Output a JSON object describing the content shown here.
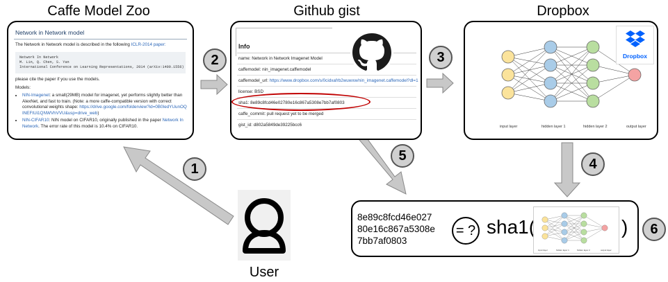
{
  "titles": {
    "caffe": "Caffe Model Zoo",
    "gist": "Github gist",
    "dropbox": "Dropbox",
    "user": "User"
  },
  "steps": [
    "1",
    "2",
    "3",
    "4",
    "5",
    "6"
  ],
  "caffe": {
    "heading": "Network in Network model",
    "intro_text": "The Network in Network model is described in the following",
    "intro_link": "ICLR-2014 paper:",
    "citation": "Network In Network\nM. Lin, Q. Chen, S. Yan\nInternational Conference on Learning Representations, 2014 (arXiv:1409.1556)",
    "cite_note": "please cite the paper if you use the models.",
    "models_label": "Models:",
    "item1_link": "NIN-Imagenet",
    "item1_text": ": a small(29MB) model for imagenet, yet performs slightly better than AlexNet, and fast to train. (Note: a more caffe-compatible version with correct convolutional weights shape: ",
    "item1_url": "https://drive.google.com/folderview?id=0B0IedYUunOQINEFtUi1QNWVhVVU&usp=drive_web",
    "item1_end": ")",
    "item2_link": "NIN-CIFAR10",
    "item2_text": ": NIN model on CIFAR10, originally published in the paper ",
    "item2_link2": "Network In Network",
    "item2_end": ". The error rate of this model is 10.4% on CIFAR10."
  },
  "gist": {
    "heading": "Info",
    "rows": [
      "name: Network in Network Imagenet Model",
      "caffemodel: nin_imagenet.caffemodel"
    ],
    "url_label": "caffemodel_url: ",
    "url_value": "https://www.dropbox.com/s/0cidxafrb2wuwxw/nin_imagenet.caffemodel?dl=1",
    "license": "license: BSD",
    "sha1": "sha1: 8e89c8fcd46e02780e16c867a5308e7bb7af0803",
    "commit": "caffe_commit: pull request yet to be merged",
    "gist_id": "gist_id: d802a5849de39225bcc6"
  },
  "dropbox": {
    "brand": "Dropbox",
    "layer_labels": [
      "input layer",
      "hidden layer 1",
      "hidden layer 2",
      "output layer"
    ]
  },
  "verify": {
    "hash": "8e89c8fcd46e027\n80e16c867a5308e\n7bb7af0803",
    "eq": "= ?",
    "func": "sha1(",
    "close": ")"
  },
  "colors": {
    "arrow_fill": "#c8c8c8",
    "arrow_stroke": "#888888",
    "highlight": "#c00000",
    "node_input": "#fbe39b",
    "node_hidden1": "#a9cce8",
    "node_hidden2": "#b9dea0",
    "node_output": "#f4a3a3",
    "dropbox_blue": "#0061fe"
  },
  "icons": [
    "user-avatar-icon",
    "github-octocat-icon",
    "dropbox-logo-icon",
    "neural-network-icon"
  ]
}
